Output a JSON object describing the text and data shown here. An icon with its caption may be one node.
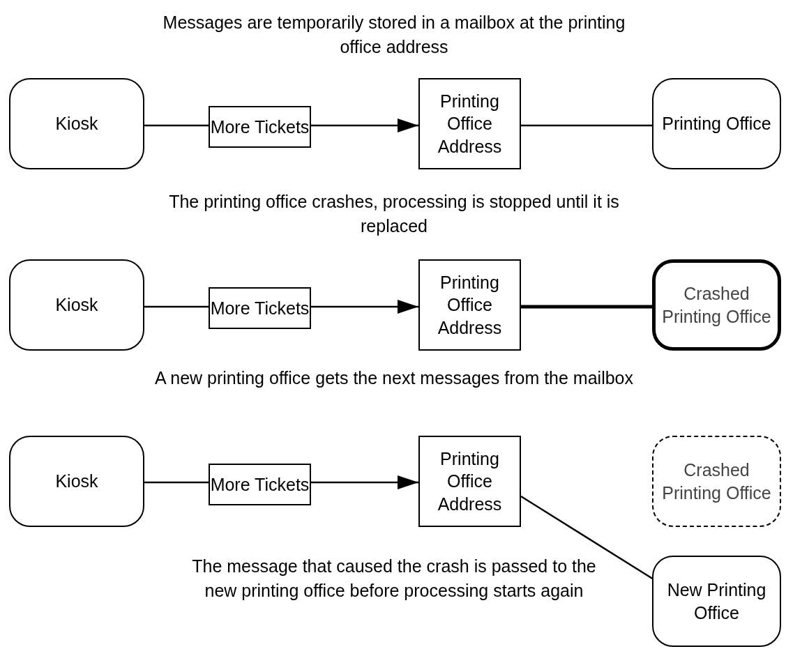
{
  "diagram": {
    "nodes": [
      {
        "text": [
          "Kiosk"
        ]
      },
      {
        "text": [
          "More Tickets"
        ]
      },
      {
        "text": [
          "Printing Office Address"
        ]
      },
      {
        "text": [
          "Printing Office"
        ]
      },
      {
        "text": [
          "Kiosk"
        ]
      },
      {
        "text": [
          "More Tickets"
        ]
      },
      {
        "text": [
          "Printing Office Address"
        ]
      },
      {
        "text": [
          "Crashed Printing Office"
        ]
      },
      {
        "text": [
          "Kiosk"
        ]
      },
      {
        "text": [
          "More Tickets"
        ]
      },
      {
        "text": [
          "Printing Office Address"
        ]
      },
      {
        "text": [
          "Crashed Printing Office"
        ]
      },
      {
        "text": [
          "New Printing Office"
        ]
      }
    ],
    "edges": [
      {
        "from": 0,
        "to": 1,
        "arrow": "none"
      },
      {
        "from": 1,
        "to": 2,
        "arrow": "to"
      },
      {
        "from": 2,
        "to": 3,
        "arrow": "none"
      },
      {
        "from": 4,
        "to": 5,
        "arrow": "none"
      },
      {
        "from": 5,
        "to": 6,
        "arrow": "to"
      },
      {
        "from": 6,
        "to": 7,
        "arrow": "none",
        "style": "thick"
      },
      {
        "from": 8,
        "to": 9,
        "arrow": "none"
      },
      {
        "from": 9,
        "to": 10,
        "arrow": "to"
      },
      {
        "from": 10,
        "to": 12,
        "arrow": "none"
      }
    ],
    "labels": [
      "Messages are temporarily stored in a mailbox at the printing office address",
      "The printing office crashes, processing is stopped until it is replaced",
      "A new printing office gets the next messages from the mailbox",
      "The message that caused the crash is passed to the new printing office before processing starts again"
    ]
  }
}
